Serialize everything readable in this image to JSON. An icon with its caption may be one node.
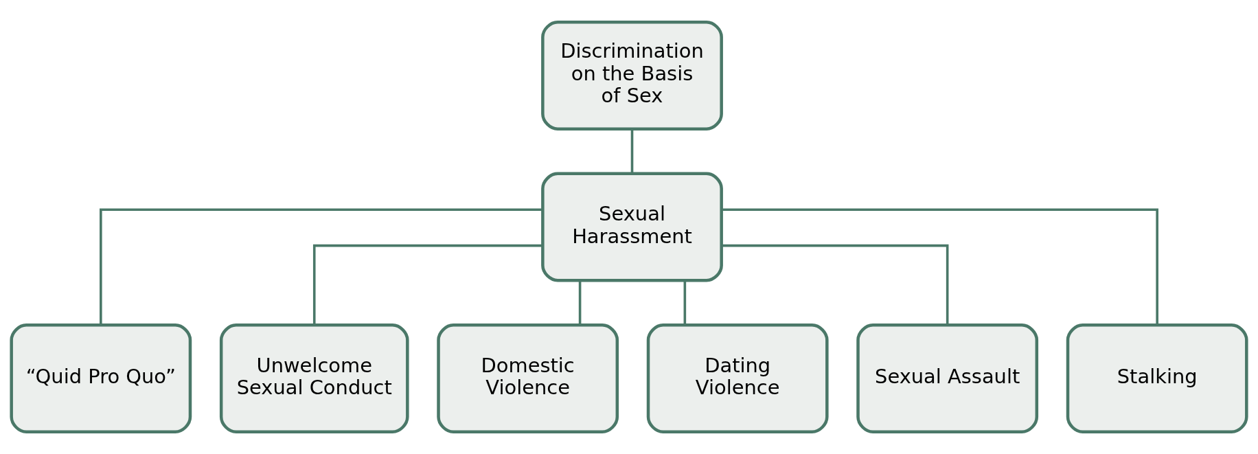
{
  "diagram": {
    "nodes": [
      {
        "text": [
          "Discrimination on the Basis of Sex"
        ]
      },
      {
        "text": [
          "Sexual Harassment"
        ]
      },
      {
        "text": [
          "“Quid Pro Quo”"
        ]
      },
      {
        "text": [
          "Unwelcome Sexual Conduct"
        ]
      },
      {
        "text": [
          "Domestic Violence"
        ]
      },
      {
        "text": [
          "Dating Violence"
        ]
      },
      {
        "text": [
          "Sexual Assault"
        ]
      },
      {
        "text": [
          "Stalking"
        ]
      }
    ],
    "edges": [
      {
        "from": 0,
        "to": 1,
        "arrow": "none"
      },
      {
        "from": 1,
        "to": 2,
        "arrow": "none"
      },
      {
        "from": 1,
        "to": 3,
        "arrow": "none"
      },
      {
        "from": 1,
        "to": 4,
        "arrow": "none"
      },
      {
        "from": 1,
        "to": 5,
        "arrow": "none"
      },
      {
        "from": 1,
        "to": 6,
        "arrow": "none"
      },
      {
        "from": 1,
        "to": 7,
        "arrow": "none"
      }
    ]
  }
}
